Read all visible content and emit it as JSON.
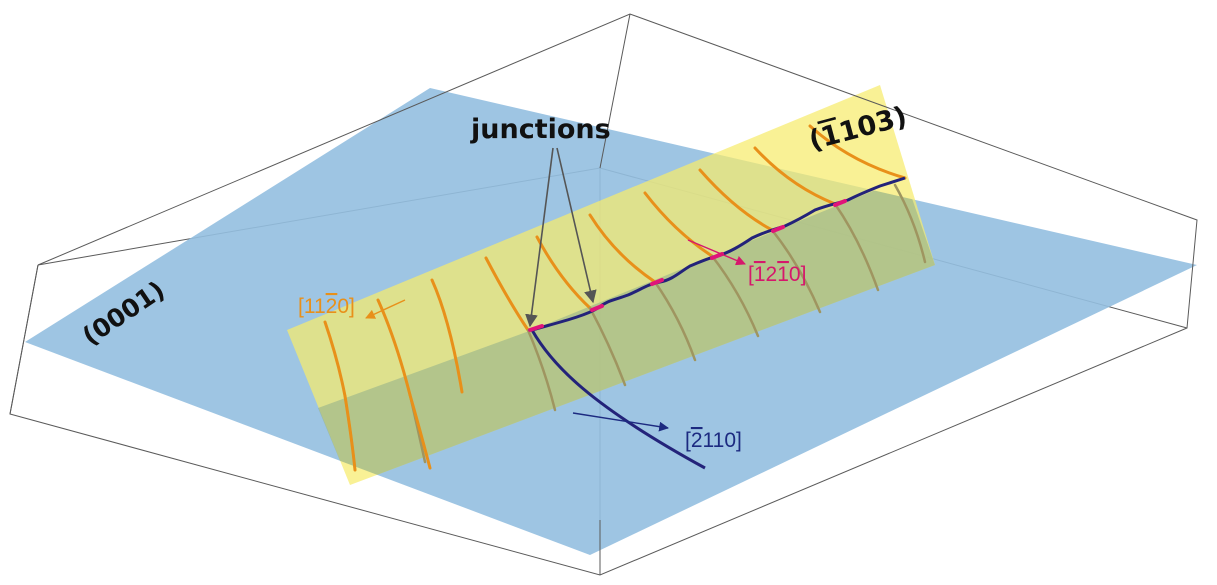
{
  "labels": {
    "junctions": "junctions",
    "basal_plane": "(0001)",
    "pyramidal_plane": {
      "pre": "(",
      "bar": "1",
      "rest": "103)"
    },
    "dir_orange": {
      "pre": "[11",
      "bar": "2",
      "post": "0]"
    },
    "dir_magenta": {
      "pre": "[",
      "bar1": "1",
      "mid": "2",
      "bar2": "1",
      "post": "0]"
    },
    "dir_blue": {
      "pre": "[",
      "bar": "2",
      "post": "110]"
    }
  },
  "colors": {
    "box_edge": "#5a5a5a",
    "basal_plane_fill": "#94bfe0",
    "pyramidal_plane_fill": "#f6ec6c",
    "overlap_fill": "#93b08c",
    "orange_line": "#e8901a",
    "orange_line_muted": "#9f9560",
    "dislocation": "#23237a",
    "junction_pink": "#e0147a",
    "arrow_gray": "#555555",
    "label_orange": "#e8901a",
    "label_magenta": "#d6176c",
    "label_blue": "#1c2a80",
    "label_black": "#111111"
  }
}
